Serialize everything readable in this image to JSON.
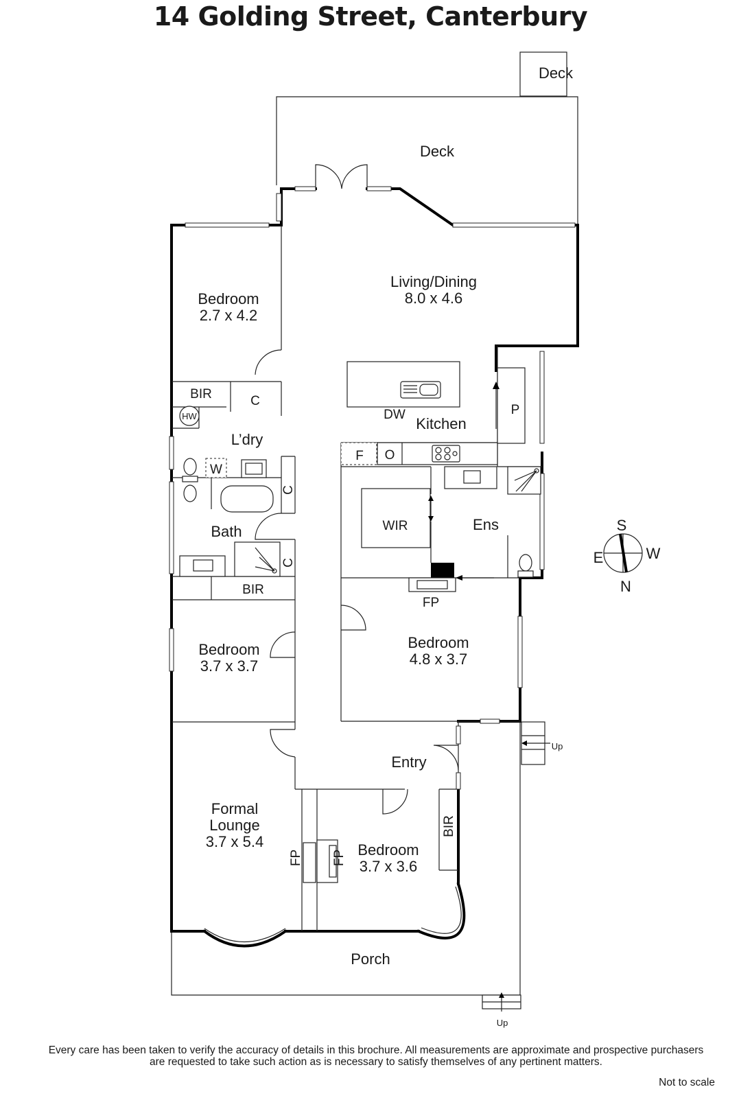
{
  "title": "14 Golding Street, Canterbury",
  "rooms": {
    "deck_small": "Deck",
    "deck_main": "Deck",
    "living_name": "Living/Dining",
    "living_size": "8.0 x 4.6",
    "bedroom_rear_name": "Bedroom",
    "bedroom_rear_size": "2.7 x 4.2",
    "bir_1": "BIR",
    "cupboard_1": "C",
    "hw": "HW",
    "laundry": "L’dry",
    "w": "W",
    "cupboard_2": "C",
    "bath": "Bath",
    "cupboard_3": "C",
    "bir_2": "BIR",
    "bedroom_mid_name": "Bedroom",
    "bedroom_mid_size": "3.7 x 3.7",
    "dw": "DW",
    "kitchen": "Kitchen",
    "pantry": "P",
    "fridge": "F",
    "oven": "O",
    "wir": "WIR",
    "ensuite": "Ens",
    "fp_master": "FP",
    "bedroom_master_name": "Bedroom",
    "bedroom_master_size": "4.8 x 3.7",
    "entry": "Entry",
    "up_side": "Up",
    "lounge_name_1": "Formal",
    "lounge_name_2": "Lounge",
    "lounge_size": "3.7 x 5.4",
    "fp_lounge": "FP",
    "fp_front_bed": "FP",
    "bir_3": "BIR",
    "bedroom_front_name": "Bedroom",
    "bedroom_front_size": "3.7 x 3.6",
    "porch": "Porch",
    "up_front": "Up"
  },
  "compass": {
    "s": "S",
    "w": "W",
    "e": "E",
    "n": "N"
  },
  "disclaimer": [
    "Every care has been taken to verify the accuracy of details in this brochure.  All measurements are approximate and prospective purchasers",
    "are requested to take such action as is necessary to satisfy themselves of any pertinent matters."
  ],
  "not_to_scale": "Not to scale"
}
